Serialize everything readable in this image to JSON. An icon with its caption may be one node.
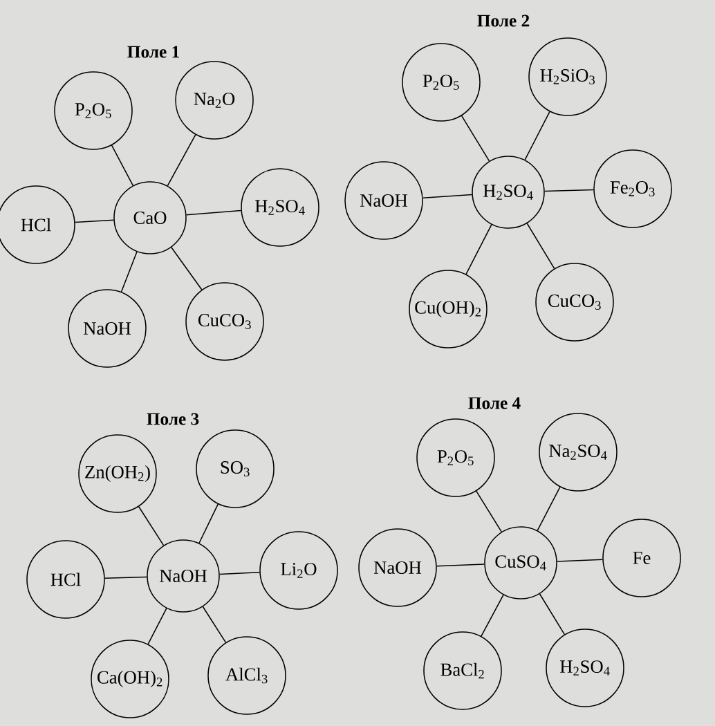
{
  "diagram": {
    "nodes": [
      {
        "text": [
          "CaO"
        ]
      },
      {
        "text": [
          "P$_{2}$O$_{5}$"
        ]
      },
      {
        "text": [
          "Na$_{2}$O"
        ]
      },
      {
        "text": [
          "HCl"
        ]
      },
      {
        "text": [
          "H$_{2}$SO$_{4}$"
        ]
      },
      {
        "text": [
          "NaOH"
        ]
      },
      {
        "text": [
          "CuCO$_{3}$"
        ]
      },
      {
        "text": [
          "H$_{2}$SO$_{4}$"
        ]
      },
      {
        "text": [
          "P$_{2}$O$_{5}$"
        ]
      },
      {
        "text": [
          "H$_{2}$SiO$_{3}$"
        ]
      },
      {
        "text": [
          "NaOH"
        ]
      },
      {
        "text": [
          "Fe$_{2}$O$_{3}$"
        ]
      },
      {
        "text": [
          "Cu(OH)$_{2}$"
        ]
      },
      {
        "text": [
          "CuCO$_{3}$"
        ]
      },
      {
        "text": [
          "NaOH"
        ]
      },
      {
        "text": [
          "Zn(OH$_{2}$)"
        ]
      },
      {
        "text": [
          "SO$_{3}$"
        ]
      },
      {
        "text": [
          "HCl"
        ]
      },
      {
        "text": [
          "Li$_{2}$O"
        ]
      },
      {
        "text": [
          "Ca(OH)$_{2}$"
        ]
      },
      {
        "text": [
          "AlCl$_{3}$"
        ]
      },
      {
        "text": [
          "CuSO$_{4}$"
        ]
      },
      {
        "text": [
          "P$_{2}$O$_{5}$"
        ]
      },
      {
        "text": [
          "Na$_{2}$SO$_{4}$"
        ]
      },
      {
        "text": [
          "NaOH"
        ]
      },
      {
        "text": [
          "Fe"
        ]
      },
      {
        "text": [
          "BaCl$_{2}$"
        ]
      },
      {
        "text": [
          "H$_{2}$SO$_{4}$"
        ]
      }
    ],
    "edges": [
      {
        "from": 0,
        "to": 1,
        "arrow": "none"
      },
      {
        "from": 0,
        "to": 2,
        "arrow": "none"
      },
      {
        "from": 0,
        "to": 3,
        "arrow": "none"
      },
      {
        "from": 0,
        "to": 4,
        "arrow": "none"
      },
      {
        "from": 0,
        "to": 5,
        "arrow": "none"
      },
      {
        "from": 0,
        "to": 6,
        "arrow": "none"
      },
      {
        "from": 7,
        "to": 8,
        "arrow": "none"
      },
      {
        "from": 7,
        "to": 9,
        "arrow": "none"
      },
      {
        "from": 7,
        "to": 10,
        "arrow": "none"
      },
      {
        "from": 7,
        "to": 11,
        "arrow": "none"
      },
      {
        "from": 7,
        "to": 12,
        "arrow": "none"
      },
      {
        "from": 7,
        "to": 13,
        "arrow": "none"
      },
      {
        "from": 14,
        "to": 15,
        "arrow": "none"
      },
      {
        "from": 14,
        "to": 16,
        "arrow": "none"
      },
      {
        "from": 14,
        "to": 17,
        "arrow": "none"
      },
      {
        "from": 14,
        "to": 18,
        "arrow": "none"
      },
      {
        "from": 14,
        "to": 19,
        "arrow": "none"
      },
      {
        "from": 14,
        "to": 20,
        "arrow": "none"
      },
      {
        "from": 21,
        "to": 22,
        "arrow": "none"
      },
      {
        "from": 21,
        "to": 23,
        "arrow": "none"
      },
      {
        "from": 21,
        "to": 24,
        "arrow": "none"
      },
      {
        "from": 21,
        "to": 25,
        "arrow": "none"
      },
      {
        "from": 21,
        "to": 26,
        "arrow": "none"
      },
      {
        "from": 21,
        "to": 27,
        "arrow": "none"
      }
    ],
    "labels": [
      "Поле 1",
      "Поле 2",
      "Поле 3",
      "Поле 4"
    ]
  }
}
